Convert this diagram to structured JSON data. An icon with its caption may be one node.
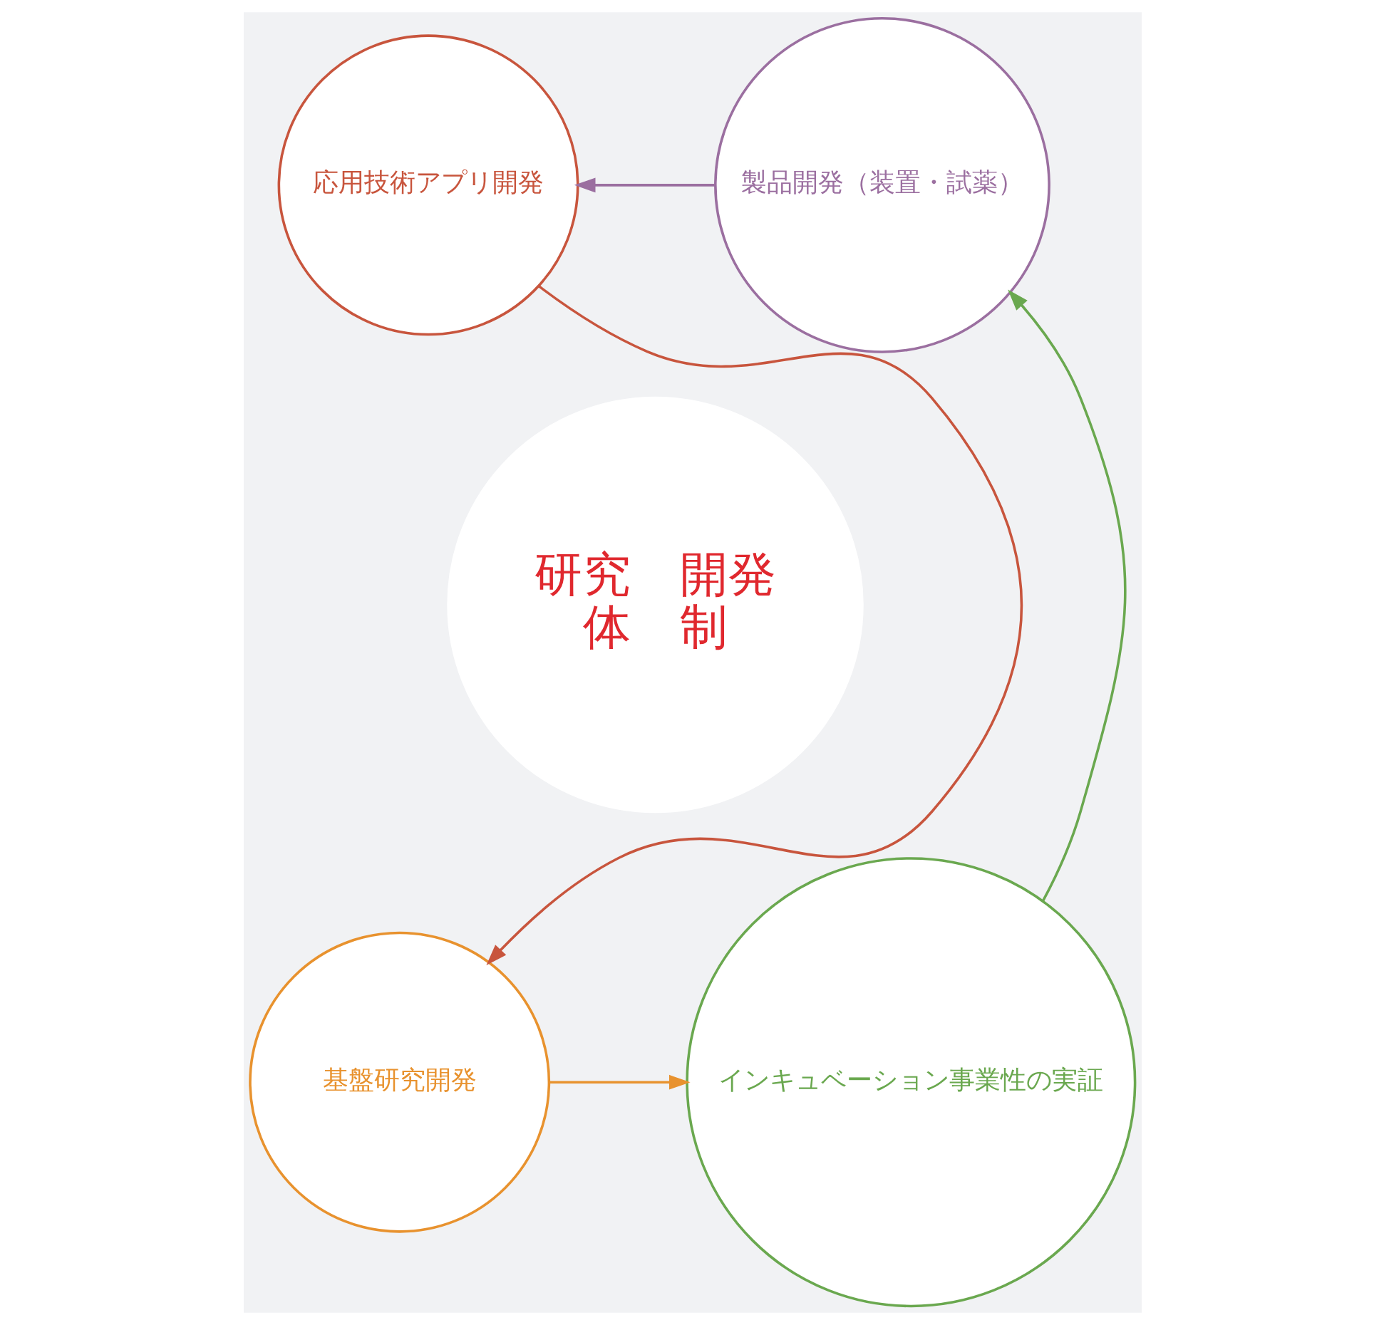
{
  "diagram": {
    "nodes": [
      {
        "text": [
          "研究　開発",
          "体　制"
        ]
      },
      {
        "text": [
          "応用技術アプリ開発"
        ]
      },
      {
        "text": [
          "製品開発（装置・試薬）"
        ]
      },
      {
        "text": [
          "基盤研究開発"
        ]
      },
      {
        "text": [
          "インキュベーション事業性の実証"
        ]
      }
    ],
    "edges": [
      {
        "from": 2,
        "to": 1,
        "arrow": "to",
        "color": "#9b6fa0"
      },
      {
        "from": 1,
        "to": 3,
        "arrow": "to",
        "color": "#c8553d"
      },
      {
        "from": 3,
        "to": 4,
        "arrow": "to",
        "color": "#e8922e"
      },
      {
        "from": 4,
        "to": 2,
        "arrow": "to",
        "color": "#6aa84f"
      }
    ]
  }
}
